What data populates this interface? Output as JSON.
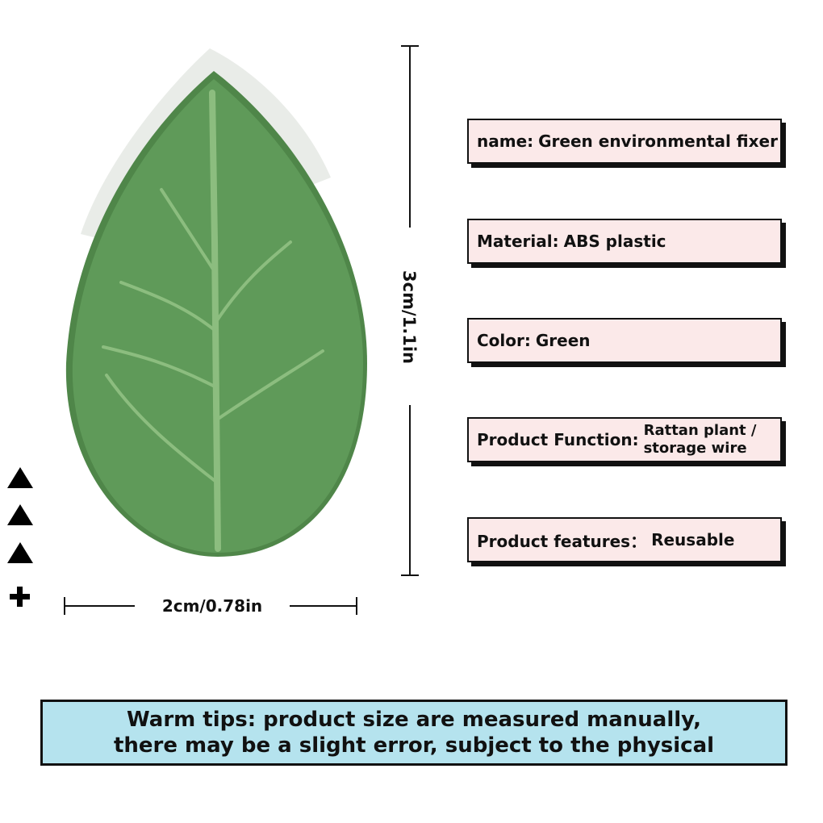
{
  "product_image": {
    "icon": "leaf-clip",
    "colors": {
      "leaf": "#5c9656",
      "leaf_light": "#6ca465",
      "vein": "#8cbd7f",
      "backing": "#e9ece8"
    }
  },
  "dimensions": {
    "height_label": "3cm/1.1in",
    "width_label": "2cm/0.78in"
  },
  "markers": [
    "triangle-icon",
    "triangle-icon",
    "triangle-icon",
    "plus-icon"
  ],
  "specs": [
    {
      "key": "name:",
      "value": "Green environmental fixer"
    },
    {
      "key": "Material:",
      "value": "ABS plastic"
    },
    {
      "key": "Color:",
      "value": "Green"
    },
    {
      "key": "Product Function:",
      "value": "Rattan plant / storage wire"
    },
    {
      "key": "Product features：",
      "value": "Reusable"
    }
  ],
  "tips": {
    "line1": "Warm tips: product size are measured manually,",
    "line2": "there may be a slight error, subject to the physical"
  },
  "colors": {
    "spec_bg": "#fbe9e9",
    "tips_bg": "#b5e3ee",
    "border": "#111111"
  }
}
